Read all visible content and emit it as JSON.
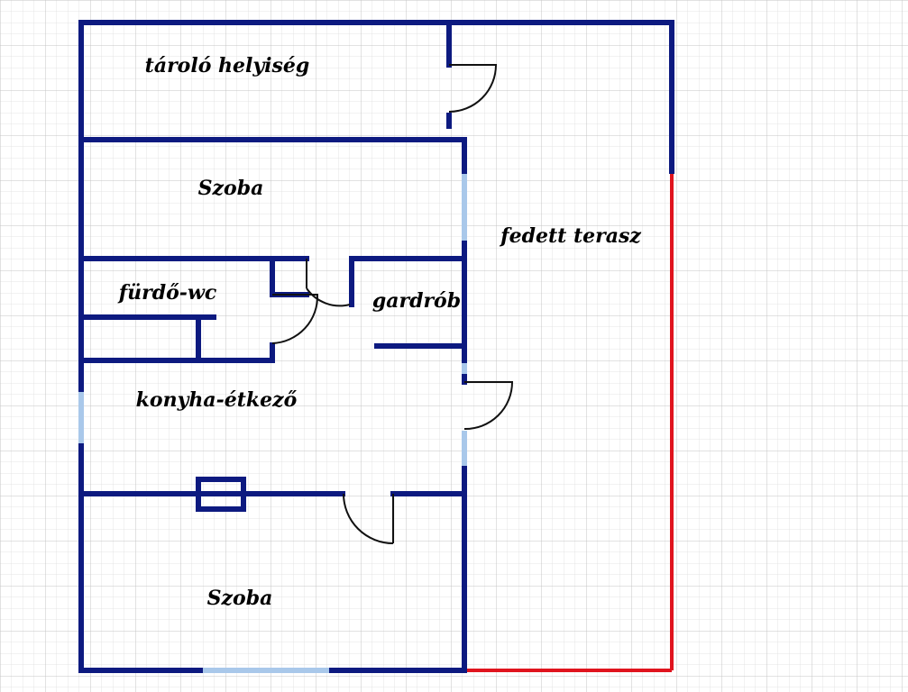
{
  "floor_plan": {
    "rooms": [
      {
        "id": "storage",
        "label": "tároló helyiség"
      },
      {
        "id": "room-top",
        "label": "Szoba"
      },
      {
        "id": "terrace",
        "label": "fedett terasz"
      },
      {
        "id": "bathroom",
        "label": "fürdő-wc"
      },
      {
        "id": "wardrobe",
        "label": "gardrób"
      },
      {
        "id": "kitchen",
        "label": "konyha-étkező"
      },
      {
        "id": "room-bottom",
        "label": "Szoba"
      }
    ]
  },
  "colors": {
    "wall": "#0d1a80",
    "window": "#a9c8ea",
    "railing": "#e0141e",
    "grid_minor": "#dcdcdc",
    "grid_major": "#c4c4c4"
  }
}
